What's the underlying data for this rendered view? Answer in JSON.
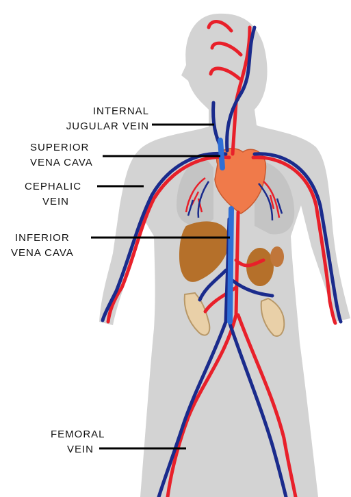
{
  "labels": {
    "internal_jugular": [
      "INTERNAL",
      "JUGULAR VEIN"
    ],
    "superior_vena_cava": [
      "SUPERIOR",
      "VENA CAVA"
    ],
    "cephalic": [
      "CEPHALIC",
      "VEIN"
    ],
    "inferior_vena_cava": [
      "INFERIOR",
      "VENA CAVA"
    ],
    "femoral": [
      "FEMORAL",
      "VEIN"
    ]
  },
  "colors": {
    "body_silhouette": "#d4d4d4",
    "artery": "#e8202a",
    "vein": "#1a2b8c",
    "vena_cava": "#2f6fd6",
    "heart": "#f07a4a",
    "organ_brown": "#b5702a",
    "lung": "#b8b8b8",
    "leader_line": "#000000"
  }
}
